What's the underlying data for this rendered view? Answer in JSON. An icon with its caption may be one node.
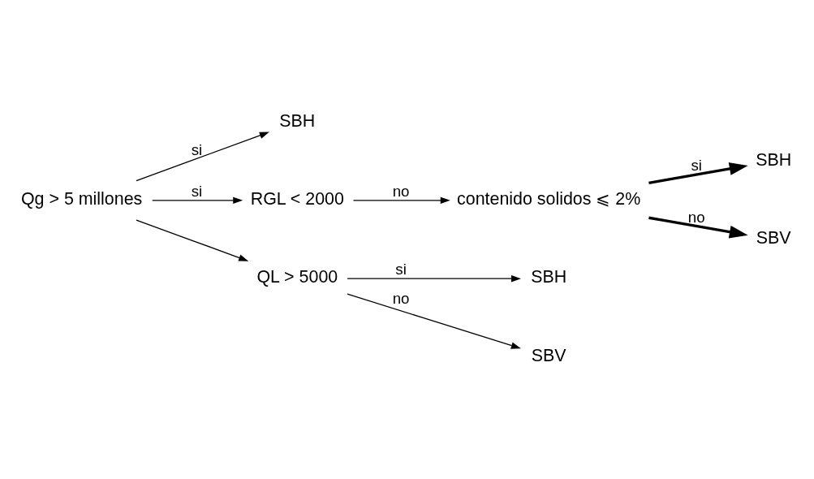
{
  "diagram": {
    "nodes": [
      {
        "text": [
          "Qg > 5 millones"
        ]
      },
      {
        "text": [
          "SBH"
        ]
      },
      {
        "text": [
          "RGL < 2000"
        ]
      },
      {
        "text": [
          "QL > 5000"
        ]
      },
      {
        "text": [
          "SBH"
        ]
      },
      {
        "text": [
          "SBV"
        ]
      },
      {
        "text": [
          "contenido solidos ⩽ 2%"
        ]
      },
      {
        "text": [
          "SBH"
        ]
      },
      {
        "text": [
          "SBV"
        ]
      }
    ],
    "edges": [
      {
        "from": 0,
        "to": 1,
        "arrow": "to",
        "label": "si"
      },
      {
        "from": 0,
        "to": 2,
        "arrow": "to",
        "label": "si"
      },
      {
        "from": 0,
        "to": 3,
        "arrow": "to"
      },
      {
        "from": 3,
        "to": 4,
        "arrow": "to",
        "label": "si"
      },
      {
        "from": 3,
        "to": 5,
        "arrow": "to",
        "label": "no"
      },
      {
        "from": 2,
        "to": 6,
        "arrow": "to",
        "label": "no"
      },
      {
        "from": 6,
        "to": 7,
        "arrow": "to",
        "label": "si",
        "style": "thick"
      },
      {
        "from": 6,
        "to": 8,
        "arrow": "to",
        "label": "no",
        "style": "thick"
      }
    ]
  }
}
